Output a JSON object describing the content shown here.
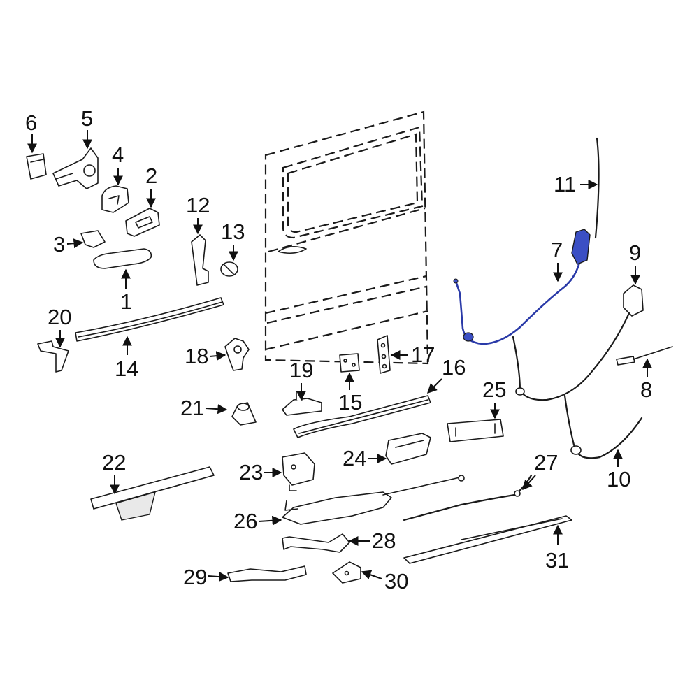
{
  "colors": {
    "line": "#1a1a1a",
    "highlight": "#2a3aa8",
    "highlight_fill": "#3b4fc4",
    "background": "#ffffff"
  },
  "callouts": {
    "c1": "1",
    "c2": "2",
    "c3": "3",
    "c4": "4",
    "c5": "5",
    "c6": "6",
    "c7": "7",
    "c8": "8",
    "c9": "9",
    "c10": "10",
    "c11": "11",
    "c12": "12",
    "c13": "13",
    "c14": "14",
    "c15": "15",
    "c16": "16",
    "c17": "17",
    "c18": "18",
    "c19": "19",
    "c20": "20",
    "c21": "21",
    "c22": "22",
    "c23": "23",
    "c24": "24",
    "c25": "25",
    "c26": "26",
    "c27": "27",
    "c28": "28",
    "c29": "29",
    "c30": "30",
    "c31": "31"
  }
}
